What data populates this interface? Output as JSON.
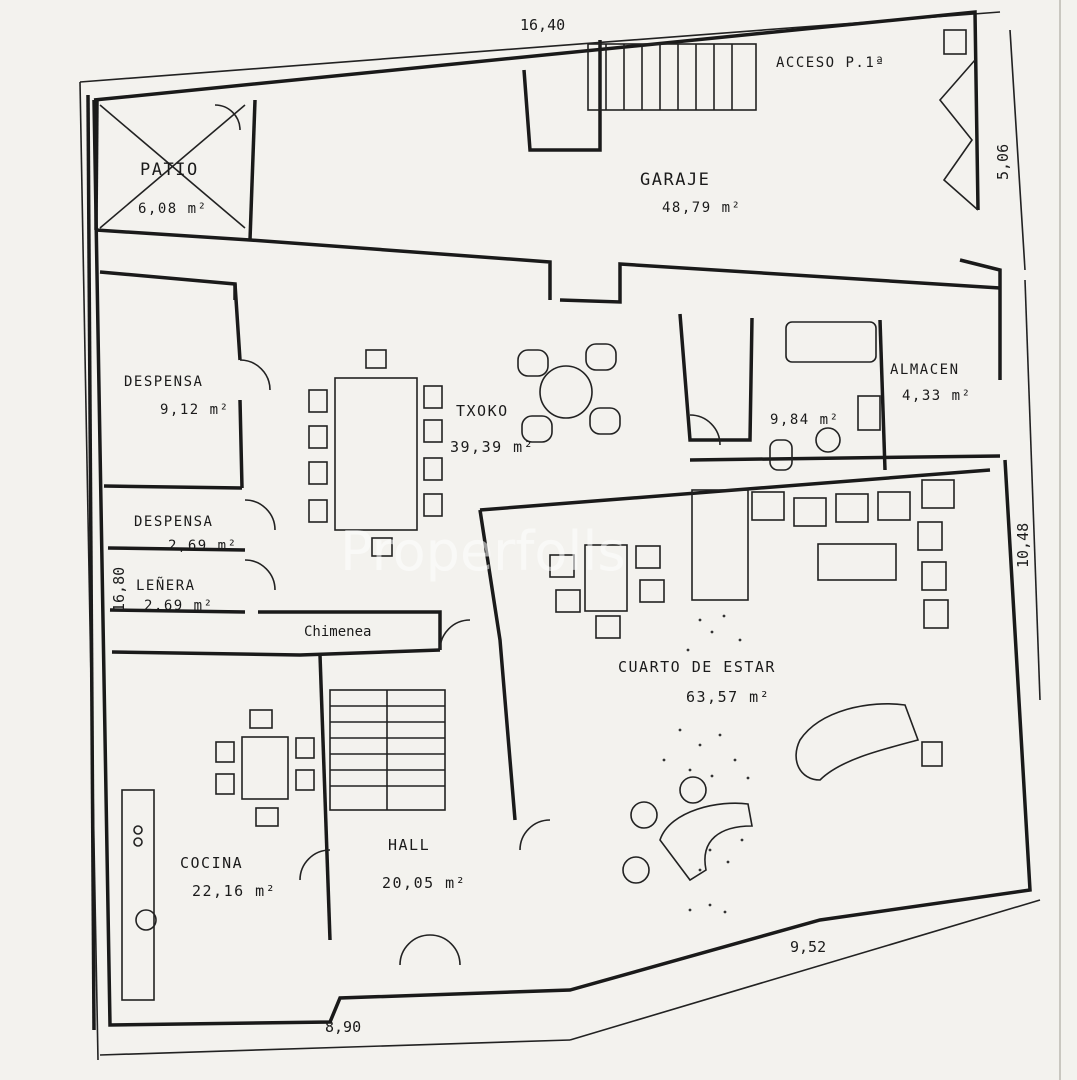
{
  "rooms": {
    "patio": {
      "name": "PATIO",
      "area": "6,08 m²"
    },
    "garaje": {
      "name": "GARAJE",
      "area": "48,79 m²"
    },
    "acceso": {
      "name": "ACCESO P.1ª"
    },
    "despensa1": {
      "name": "DESPENSA",
      "area": "9,12 m²"
    },
    "txoko": {
      "name": "TXOKO",
      "area": "39,39 m²"
    },
    "bano": {
      "area": "9,84 m²"
    },
    "almacen": {
      "name": "ALMACEN",
      "area": "4,33 m²"
    },
    "despensa2": {
      "name": "DESPENSA",
      "area": "2,69 m²"
    },
    "lenera": {
      "name": "LEÑERA",
      "area": "2,69 m²"
    },
    "chimenea": {
      "name": "Chimenea"
    },
    "estar": {
      "name": "CUARTO DE ESTAR",
      "area": "63,57 m²"
    },
    "cocina": {
      "name": "COCINA",
      "area": "22,16 m²"
    },
    "hall": {
      "name": "HALL",
      "area": "20,05 m²"
    }
  },
  "dimensions": {
    "top": "16,40",
    "right_upper": "5,06",
    "right_lower": "10,48",
    "left": "16,80",
    "bottom_left": "8,90",
    "bottom_right": "9,52"
  },
  "watermark": "Properfolls"
}
